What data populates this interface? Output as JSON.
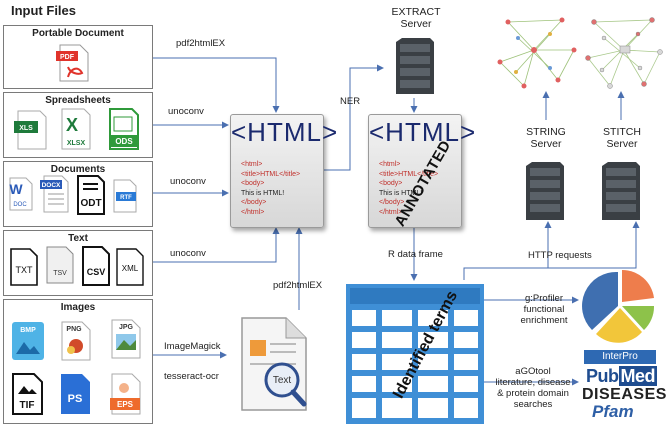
{
  "title": "Input Files",
  "groups": {
    "portable": {
      "title": "Portable Document",
      "files": [
        "PDF"
      ]
    },
    "spreadsheets": {
      "title": "Spreadsheets",
      "files": [
        "XLS",
        "XLSX",
        "ODS"
      ]
    },
    "documents": {
      "title": "Documents",
      "files": [
        "DOC",
        "DOCX",
        "ODT",
        "RTF"
      ]
    },
    "text": {
      "title": "Text",
      "files": [
        "TXT",
        "TSV",
        "CSV",
        "XML"
      ]
    },
    "images": {
      "title": "Images",
      "files": [
        "BMP",
        "PNG",
        "JPG",
        "TIF",
        "PS",
        "EPS"
      ]
    }
  },
  "tools": {
    "pdf2htmlex_top": "pdf2htmlEX",
    "unoconv_1": "unoconv",
    "unoconv_2": "unoconv",
    "unoconv_3": "unoconv",
    "pdf2htmlex_bottom": "pdf2htmlEX",
    "imagemagick": "ImageMagick",
    "tesseract": "tesseract-ocr",
    "ner": "NER",
    "r_data_frame": "R data frame",
    "http_requests": "HTTP requests"
  },
  "html_doc": {
    "tag": "<HTML>",
    "lines": [
      "<html>",
      "<title>HTML</title>",
      "<body>",
      "This is HTML!",
      "</body>",
      "</html>"
    ]
  },
  "annotated_doc": {
    "tag": "<HTML>",
    "lines": [
      "<html>",
      "<title>HTML</title>",
      "<body>",
      "This is HTML!",
      "</body>",
      "</html>"
    ],
    "stamp": "ANNOTATED"
  },
  "ocr_icon_text": "Text",
  "servers": {
    "extract": "EXTRACT\nServer",
    "string": "STRING\nServer",
    "stitch": "STITCH\nServer"
  },
  "table_label": "Identified terms",
  "gprofiler": "g:Profiler\nfunctional\nenrichment",
  "agotool": "aGOtool\nliterature, disease\n& protein domain\nsearches",
  "db_logos": {
    "interpro": "InterPro",
    "pubmed_a": "Pub",
    "pubmed_b": "Med",
    "diseases": "DISEASES",
    "pfam": "Pfam"
  },
  "colors": {
    "html_tag": "#1b2a6e",
    "table": "#3f8fd6",
    "arrow": "#4a6fb0",
    "pie_blue": "#3f6fb0",
    "pie_orange": "#ee7d4c",
    "pie_green": "#8dc24a",
    "pie_yellow": "#f2c63a"
  }
}
